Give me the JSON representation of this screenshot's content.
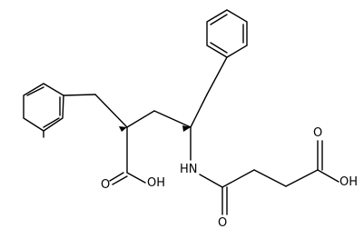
{
  "structure": {
    "atom_labels": {
      "acid1_oh": "OH",
      "acid1_o": "O",
      "amide_nh": "HN",
      "amide_o": "O",
      "acid2_oh": "OH",
      "acid2_o": "O"
    }
  }
}
